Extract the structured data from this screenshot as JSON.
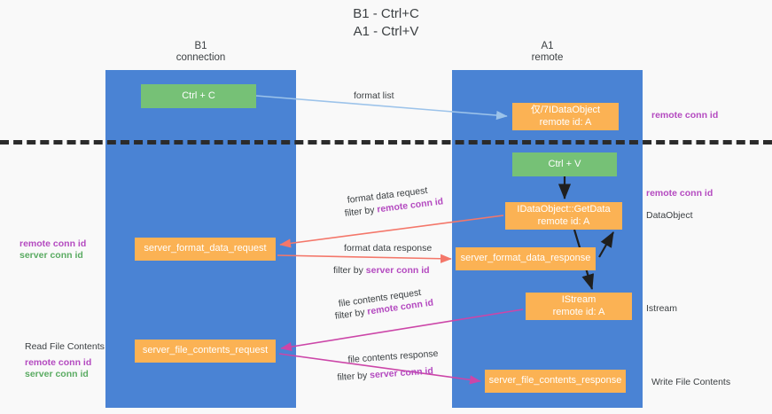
{
  "title": {
    "line1": "B1 - Ctrl+C",
    "line2": "A1 - Ctrl+V"
  },
  "lanes": [
    {
      "name": "b1",
      "title": "B1",
      "subtitle": "connection",
      "color": "#4a83d4"
    },
    {
      "name": "a1",
      "title": "A1",
      "subtitle": "remote",
      "color": "#4a83d4"
    }
  ],
  "colors": {
    "lane": "#4a83d4",
    "green_box": "#76c176",
    "orange_box": "#fbb254",
    "remote_conn_id": "#b44ac0",
    "server_conn_id": "#5aab62",
    "arrow_blue": "#9cc3ea",
    "arrow_red": "#f4776a",
    "arrow_magenta": "#cc46a8",
    "arrow_black": "#1f1f1f",
    "divider": "#2b2b2b",
    "background": "#f9f9f9"
  },
  "nodes": {
    "ctrl_c": "Ctrl + C",
    "idataobject": {
      "line1": "仅/7IDataObject",
      "line2": "remote id: A"
    },
    "ctrl_v": "Ctrl + V",
    "getdata": {
      "line1": "IDataObject::GetData",
      "line2": "remote id: A"
    },
    "server_format_data_request": "server_format_data_request",
    "server_format_data_response": "server_format_data_response",
    "istream": {
      "line1": "IStream",
      "line2": "remote id: A"
    },
    "server_file_contents_request": "server_file_contents_request",
    "server_file_contents_response": "server_file_contents_response"
  },
  "edge_labels": {
    "format_list": "format list",
    "format_data_request": "format data request",
    "format_data_request_filter_prefix": "filter by ",
    "format_data_request_filter_key": "remote conn id",
    "format_data_response": "format data response",
    "format_data_response_filter_prefix": "filter by ",
    "format_data_response_filter_key": "server conn id",
    "file_contents_request": "file contents request",
    "file_contents_request_filter_prefix": "filter by ",
    "file_contents_request_filter_key": "remote conn id",
    "file_contents_response": "file contents response",
    "file_contents_response_filter_prefix": "filter by ",
    "file_contents_response_filter_key": "server conn id"
  },
  "annotations": {
    "right_remote_conn_id_top": "remote conn id",
    "right_remote_conn_id_mid": "remote conn id",
    "right_dataobject": "DataObject",
    "right_istream": "Istream",
    "right_write_file_contents": "Write File Contents",
    "left_remote_conn_id": "remote conn id",
    "left_server_conn_id": "server conn id",
    "left_read_file_contents": "Read File Contents",
    "left_remote_conn_id_2": "remote conn id",
    "left_server_conn_id_2": "server conn id"
  }
}
